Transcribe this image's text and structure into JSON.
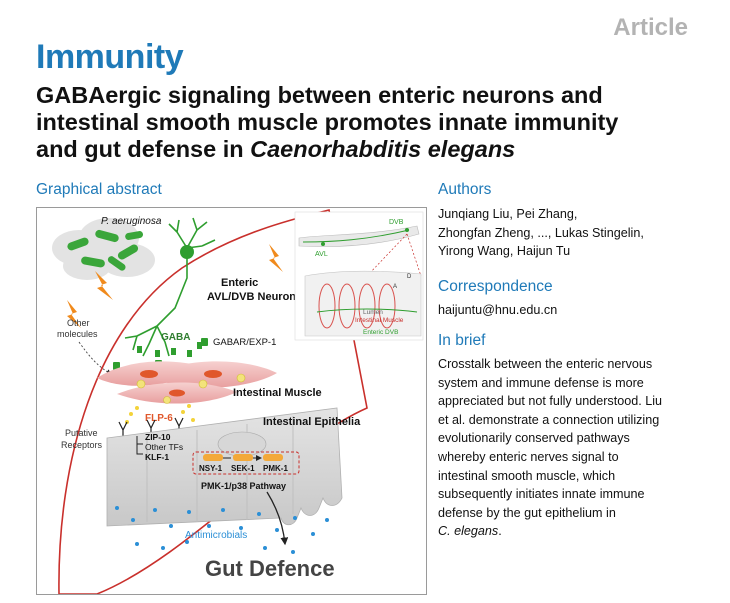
{
  "header": {
    "article_label": "Article",
    "journal": "Immunity",
    "title_line1": "GABAergic signaling between enteric neurons and",
    "title_line2": "intestinal smooth muscle promotes innate immunity",
    "title_line3_plain": "and gut defense in ",
    "title_line3_italic": "Caenorhabditis elegans"
  },
  "graphical_abstract": {
    "heading": "Graphical abstract",
    "labels": {
      "bacteria": "P. aeruginosa",
      "neurons_line1": "Enteric",
      "neurons_line2": "AVL/DVB Neurons",
      "other_line1": "Other",
      "other_line2": "molecules",
      "gaba": "GABA",
      "receptor": "GABAR/EXP-1",
      "muscle": "Intestinal Muscle",
      "flp": "FLP-6",
      "putative_line1": "Putative",
      "putative_line2": "Receptors",
      "tf1": "ZIP-10",
      "tf2": "Other TFs",
      "tf3": "KLF-1",
      "epithelia": "Intestinal Epithelia",
      "nsy": "NSY-1",
      "sek": "SEK-1",
      "pmk": "PMK-1",
      "pathway": "PMK-1/p38 Pathway",
      "antimicrobials": "Antimicrobials",
      "defence": "Gut Defence",
      "inset_dvb": "DVB",
      "inset_avl": "AVL",
      "inset_d": "D",
      "inset_a": "A",
      "inset_lumen": "Lumen",
      "inset_muscle": "Intestinal Muscle",
      "inset_enteric": "Enteric DVB"
    }
  },
  "authors": {
    "heading": "Authors",
    "line1": "Junqiang Liu, Pei Zhang,",
    "line2": "Zhongfan Zheng, ..., Lukas Stingelin,",
    "line3": "Yirong Wang, Haijun Tu"
  },
  "correspondence": {
    "heading": "Correspondence",
    "email": "haijuntu@hnu.edu.cn"
  },
  "in_brief": {
    "heading": "In brief",
    "lines": [
      "Crosstalk between the enteric nervous",
      "system and immune defense is more",
      "appreciated but not fully understood. Liu",
      "et al. demonstrate a connection utilizing",
      "evolutionarily conserved pathways",
      "whereby enteric nerves signal to",
      "intestinal smooth muscle, which",
      "subsequently initiates innate immune",
      "defense by the gut epithelium in"
    ],
    "last_italic": "C. elegans",
    "last_end": "."
  }
}
